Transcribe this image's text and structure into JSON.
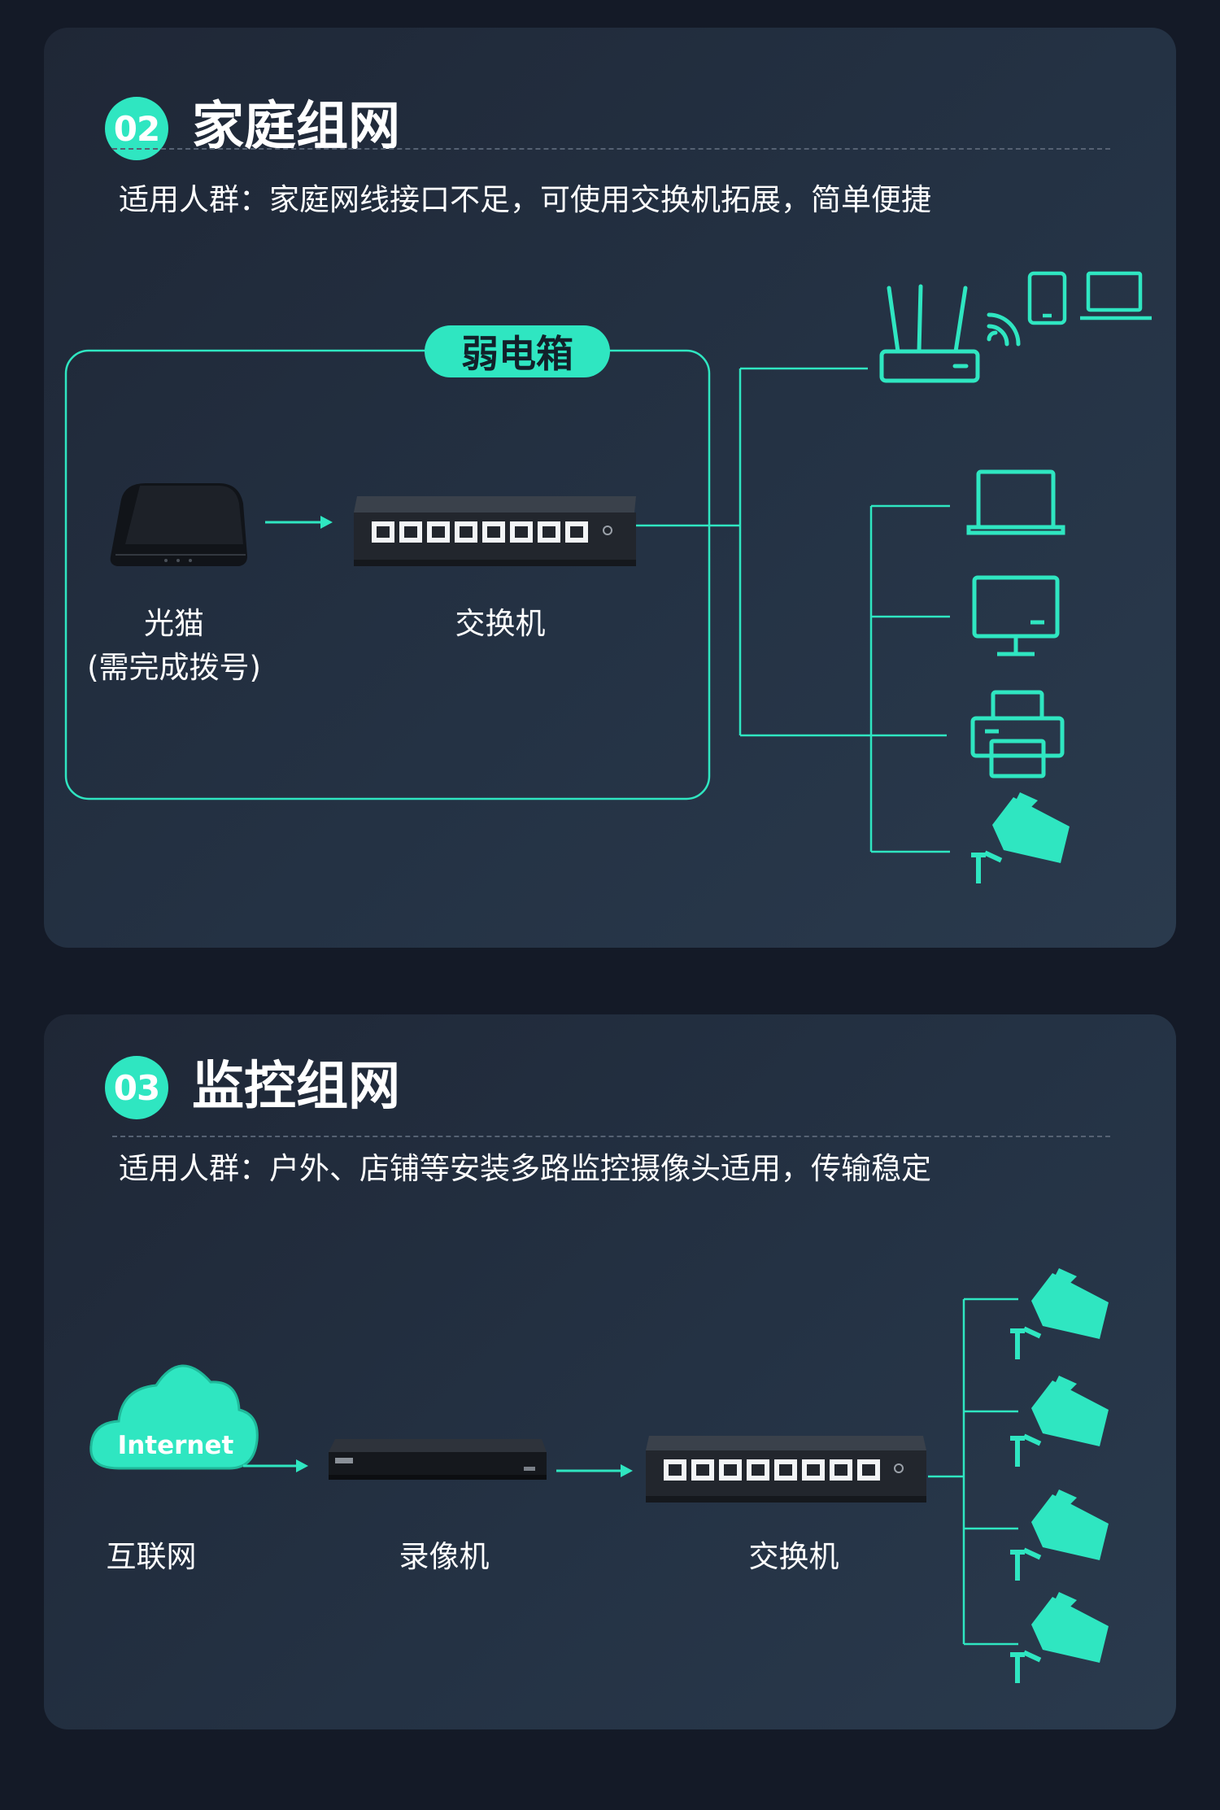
{
  "sections": [
    {
      "number": "02",
      "title": "家庭组网",
      "subtitle": "适用人群：家庭网线接口不足，可使用交换机拓展，简单便捷",
      "box_label": "弱电箱",
      "modem_label_1": "光猫",
      "modem_label_2": "(需完成拨号)",
      "switch_label": "交换机"
    },
    {
      "number": "03",
      "title": "监控组网",
      "subtitle": "适用人群：户外、店铺等安装多路监控摄像头适用，传输稳定",
      "cloud_text": "Internet",
      "internet_label": "互联网",
      "nvr_label": "录像机",
      "switch_label": "交换机"
    }
  ],
  "colors": {
    "accent": "#2fe6c1",
    "background": "#141a27",
    "card": "#243244"
  }
}
